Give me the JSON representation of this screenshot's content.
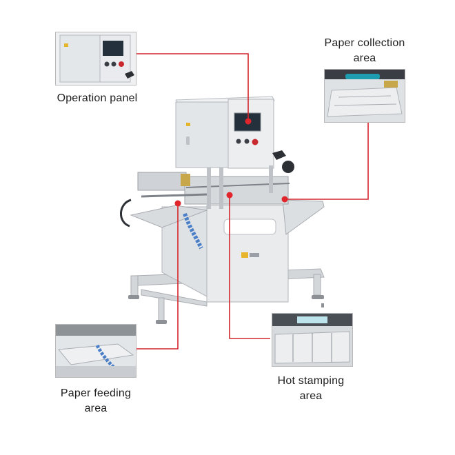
{
  "callouts": {
    "operation_panel": "Operation panel",
    "paper_collection": [
      "Paper collection",
      "area"
    ],
    "paper_feeding": [
      "Paper feeding",
      "area"
    ],
    "hot_stamping": [
      "Hot stamping",
      "area"
    ]
  },
  "colors": {
    "leader_line": "#d4252b",
    "marker_dot": "#e0262c",
    "machine_body": "#e8eaec",
    "machine_shadow": "#c9ccd0",
    "screen": "#24303c"
  }
}
